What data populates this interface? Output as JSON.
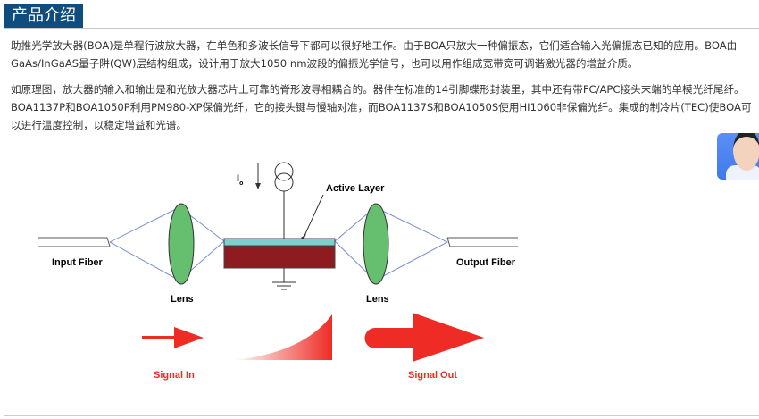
{
  "header": {
    "title": "产品介绍"
  },
  "content": {
    "paragraph1": "助推光学放大器(BOA)是单程行波放大器，在单色和多波长信号下都可以很好地工作。由于BOA只放大一种偏振态，它们适合输入光偏振态已知的应用。BOA由GaAs/InGaAS量子阱(QW)层结构组成，设计用于放大1050 nm波段的偏振光学信号，也可以用作组成宽带宽可调谐激光器的增益介质。",
    "paragraph2": "如原理图，放大器的输入和输出是和光放大器芯片上可靠的脊形波导相耦合的。器件在标准的14引脚蝶形封装里，其中还有带FC/APC接头末端的单模光纤尾纤。BOA1137P和BOA1050P利用PM980-XP保偏光纤，它的接头键与慢轴对准，而BOA1137S和BOA1050S使用HI1060非保偏光纤。集成的制冷片(TEC)使BOA可以进行温度控制，以稳定增益和光谱。"
  },
  "diagram": {
    "input_fiber": "Input Fiber",
    "output_fiber": "Output Fiber",
    "lens1": "Lens",
    "lens2": "Lens",
    "active_layer": "Active Layer",
    "current": "I",
    "current_sub": "o",
    "signal_in": "Signal In",
    "signal_out": "Signal Out",
    "colors": {
      "lens": "#66bf6e",
      "active": "#7ecfcf",
      "chip": "#8e1b20",
      "signal": "#ee2b24",
      "beam": "#7a8fd6"
    }
  }
}
